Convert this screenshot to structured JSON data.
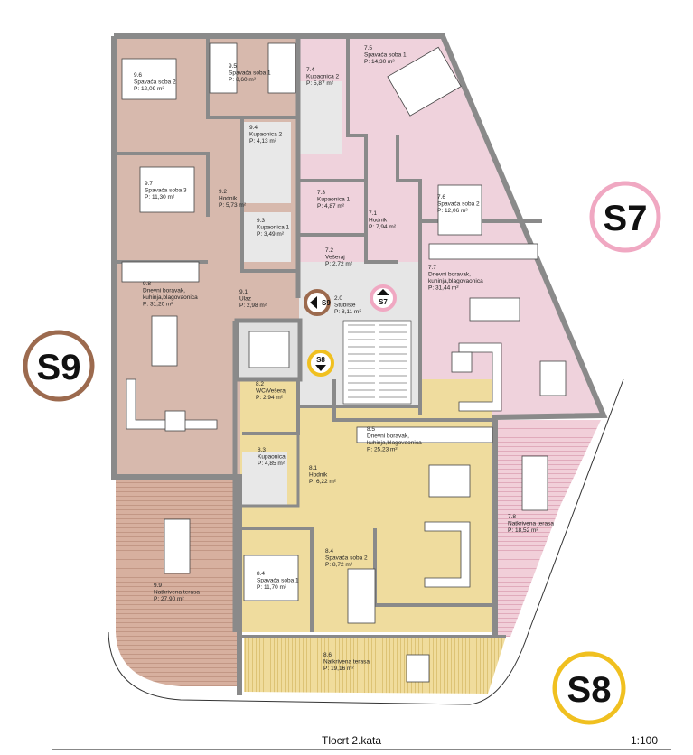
{
  "plan_title": "Tlocrt 2.kata",
  "scale": "1:100",
  "units": {
    "S9": {
      "label": "S9",
      "color": "#9c6a4e",
      "fill": "#d7b9ad"
    },
    "S7": {
      "label": "S7",
      "color": "#f0a8c2",
      "fill": "#efd2dc"
    },
    "S8": {
      "label": "S8",
      "color": "#f0c020",
      "fill": "#efdc9e"
    }
  },
  "rooms": [
    {
      "id": "9.6",
      "name": "Spavaća soba 2",
      "area": "P: 12,09 m²"
    },
    {
      "id": "9.5",
      "name": "Spavaća soba 1",
      "area": "P: 8,60 m²"
    },
    {
      "id": "9.4",
      "name": "Kupaonica 2",
      "area": "P: 4,13 m²"
    },
    {
      "id": "9.7",
      "name": "Spavaća soba 3",
      "area": "P: 11,30 m²"
    },
    {
      "id": "9.2",
      "name": "Hodnik",
      "area": "P: 5,73 m²"
    },
    {
      "id": "9.3",
      "name": "Kupaonica 1",
      "area": "P: 3,49 m²"
    },
    {
      "id": "9.8",
      "name": "Dnevni boravak,",
      "name2": "kuhinja,blagovaonica",
      "area": "P: 31,20 m²"
    },
    {
      "id": "9.1",
      "name": "Ulaz",
      "area": "P: 2,98 m²"
    },
    {
      "id": "2.0",
      "name": "Stubište",
      "area": "P: 8,11 m²"
    },
    {
      "id": "7.4",
      "name": "Kupaonica 2",
      "area": "P: 5,87 m²"
    },
    {
      "id": "7.5",
      "name": "Spavaća soba 1",
      "area": "P: 14,30 m²"
    },
    {
      "id": "7.3",
      "name": "Kupaonica 1",
      "area": "P: 4,87 m²"
    },
    {
      "id": "7.1",
      "name": "Hodnik",
      "area": "P: 7,94 m²"
    },
    {
      "id": "7.2",
      "name": "Vešeraj",
      "area": "P: 2,72 m²"
    },
    {
      "id": "7.6",
      "name": "Spavaća soba 2",
      "area": "P: 12,06 m²"
    },
    {
      "id": "7.7",
      "name": "Dnevni boravak,",
      "name2": "kuhinja,blagovaonica",
      "area": "P: 31,44 m²"
    },
    {
      "id": "8.2",
      "name": "WC/Vešeraj",
      "area": "P: 2,94 m²"
    },
    {
      "id": "8.3",
      "name": "Kupaonica",
      "area": "P: 4,85 m²"
    },
    {
      "id": "8.1",
      "name": "Hodnik",
      "area": "P: 6,22 m²"
    },
    {
      "id": "8.5",
      "name": "Dnevni boravak,",
      "name2": "kuhinja,blagovaonica",
      "area": "P: 25,23 m²"
    },
    {
      "id": "8.4",
      "name": "Spavaća soba 2",
      "area": "P: 8,72 m²"
    },
    {
      "id": "8.4",
      "name": "Spavaća soba 1",
      "area": "P: 11,70 m²"
    },
    {
      "id": "9.9",
      "name": "Natkrivena terasa",
      "area": "P: 27,90 m²"
    },
    {
      "id": "8.6",
      "name": "Natkrivena terasa",
      "area": "P: 19,16 m²"
    },
    {
      "id": "7.8",
      "name": "Natkrivena terasa",
      "area": "P: 18,52 m²"
    }
  ]
}
